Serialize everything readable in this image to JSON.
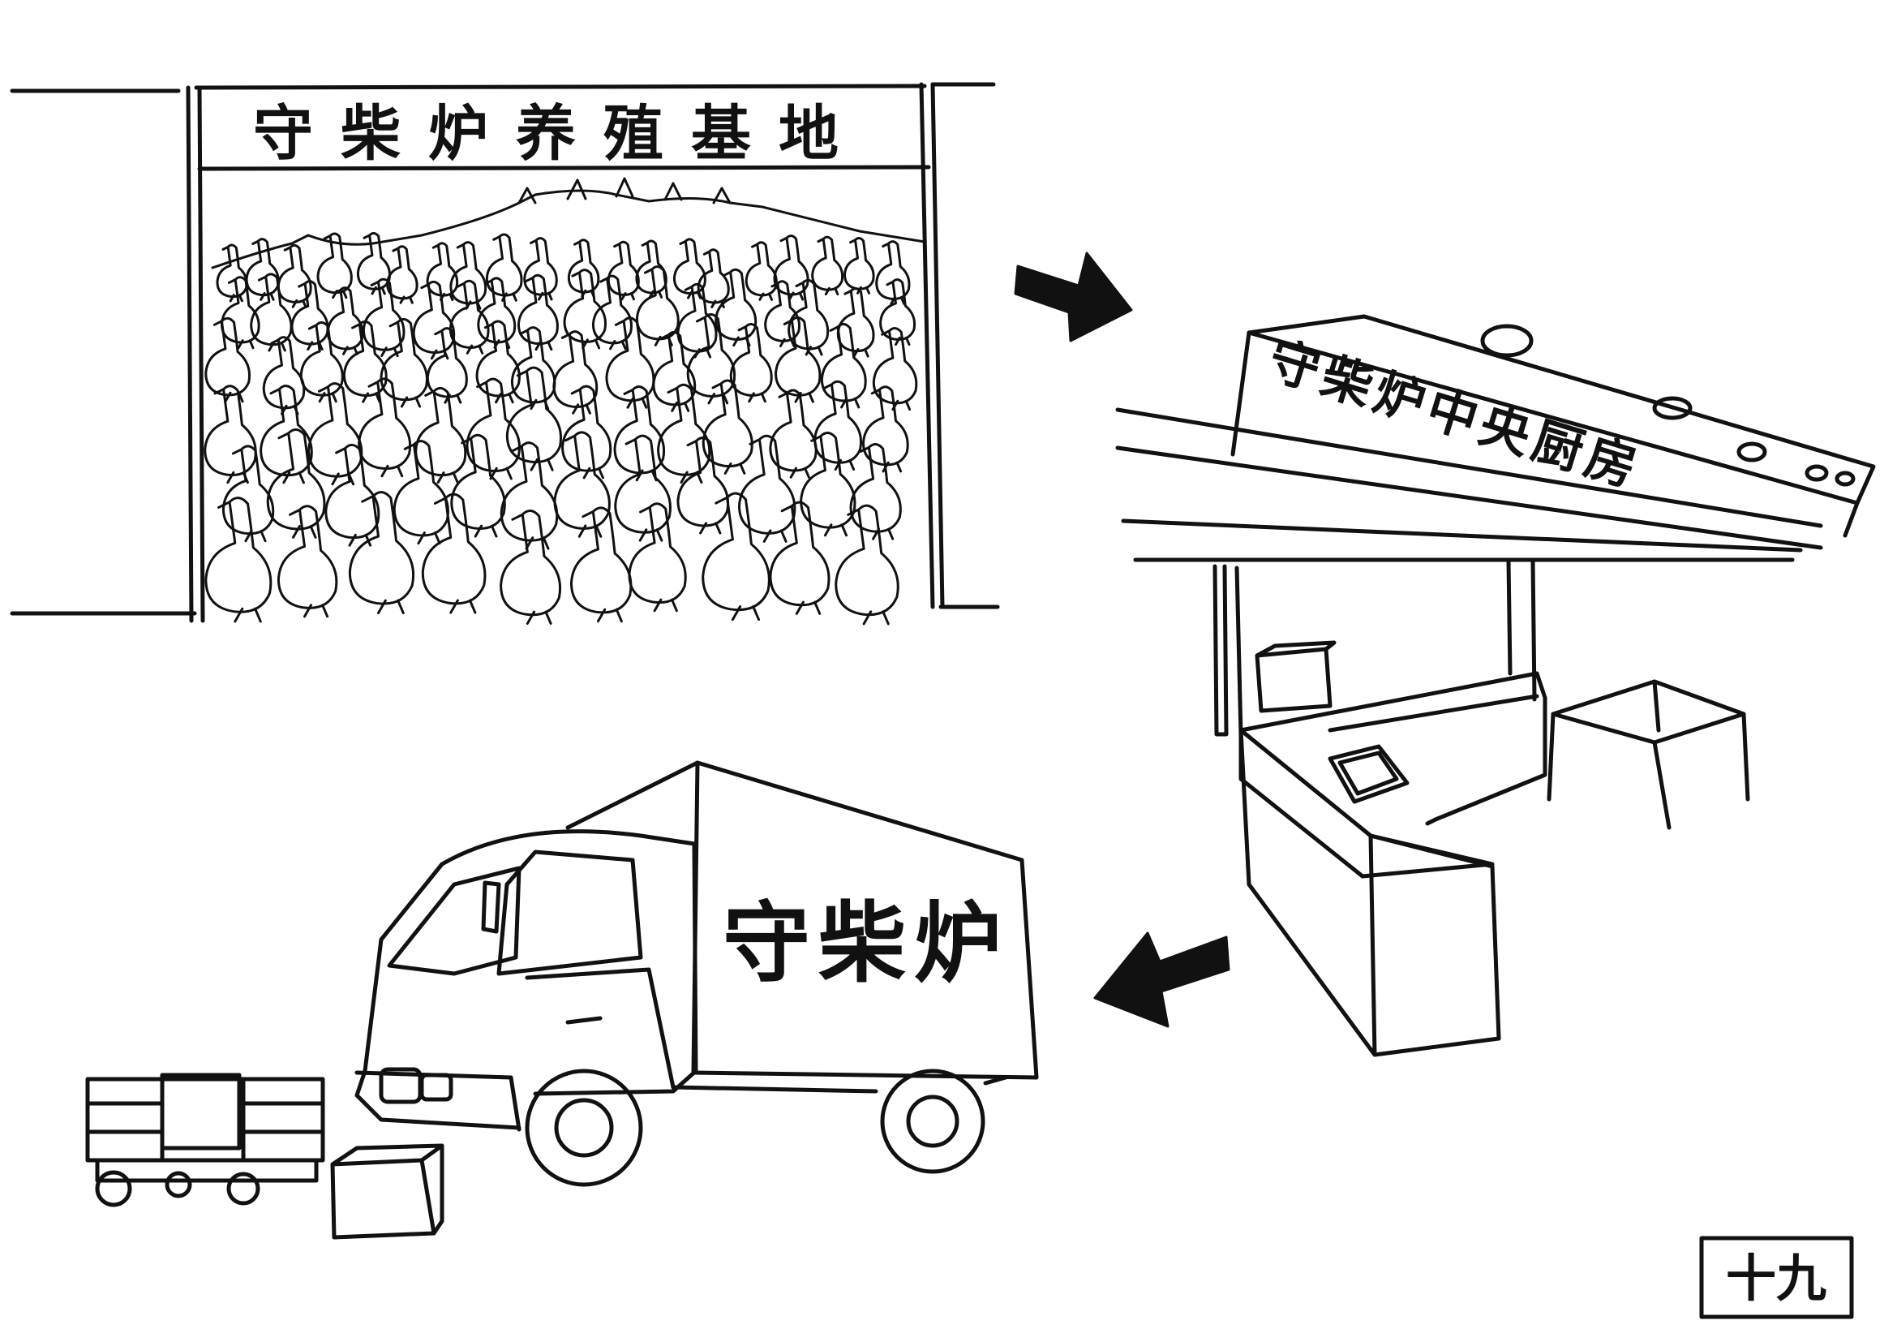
{
  "panels": {
    "farm": {
      "sign_text": "守柴炉养殖基地"
    },
    "kitchen": {
      "sign_text": "守柴炉中央厨房"
    },
    "truck": {
      "side_text": "守柴炉"
    }
  },
  "page_number": "十九",
  "colors": {
    "ink": "#111111",
    "paper": "#ffffff"
  }
}
